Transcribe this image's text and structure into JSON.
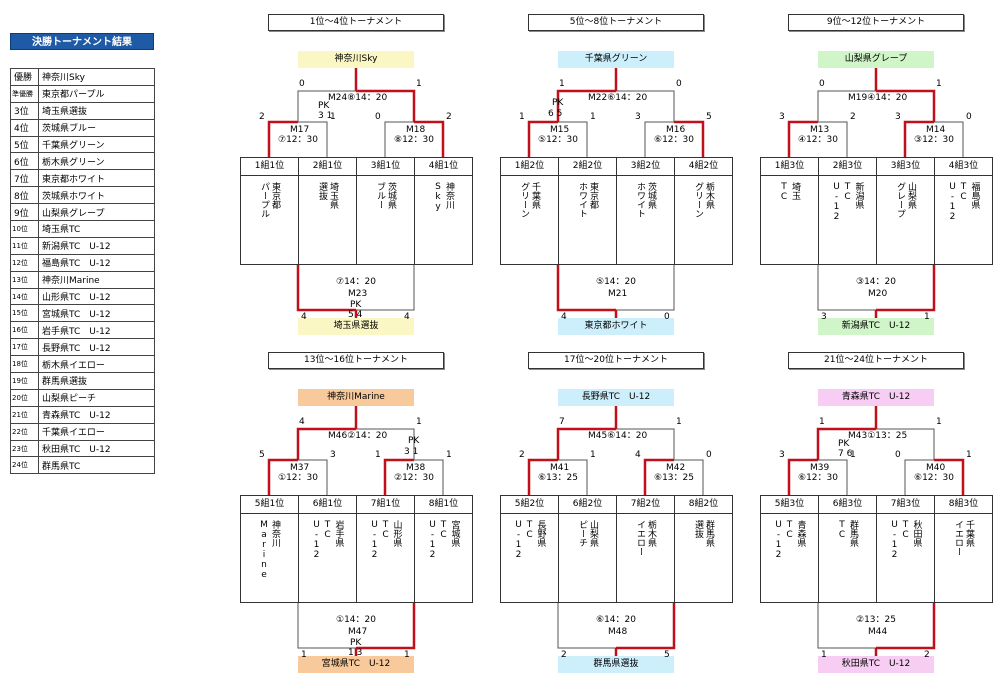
{
  "title": "決勝トーナメント結果",
  "colors": {
    "accent": "#1f5aa6",
    "winner_line": "#c0101a"
  },
  "results": [
    {
      "rank": "優勝",
      "team": "神奈川Sky"
    },
    {
      "rank": "準優勝",
      "team": "東京都パープル"
    },
    {
      "rank": "3位",
      "team": "埼玉県選抜"
    },
    {
      "rank": "4位",
      "team": "茨城県ブルー"
    },
    {
      "rank": "5位",
      "team": "千葉県グリーン"
    },
    {
      "rank": "6位",
      "team": "栃木県グリーン"
    },
    {
      "rank": "7位",
      "team": "東京都ホワイト"
    },
    {
      "rank": "8位",
      "team": "茨城県ホワイト"
    },
    {
      "rank": "9位",
      "team": "山梨県グレープ"
    },
    {
      "rank": "10位",
      "team": "埼玉県TC"
    },
    {
      "rank": "11位",
      "team": "新潟県TC　U-12"
    },
    {
      "rank": "12位",
      "team": "福島県TC　U-12"
    },
    {
      "rank": "13位",
      "team": "神奈川Marine"
    },
    {
      "rank": "14位",
      "team": "山形県TC　U-12"
    },
    {
      "rank": "15位",
      "team": "宮城県TC　U-12"
    },
    {
      "rank": "16位",
      "team": "岩手県TC　U-12"
    },
    {
      "rank": "17位",
      "team": "長野県TC　U-12"
    },
    {
      "rank": "18位",
      "team": "栃木県イエロー"
    },
    {
      "rank": "19位",
      "team": "群馬県選抜"
    },
    {
      "rank": "20位",
      "team": "山梨県ピーチ"
    },
    {
      "rank": "21位",
      "team": "青森県TC　U-12"
    },
    {
      "rank": "22位",
      "team": "千葉県イエロー"
    },
    {
      "rank": "23位",
      "team": "秋田県TC　U-12"
    },
    {
      "rank": "24位",
      "team": "群馬県TC"
    }
  ],
  "brackets": [
    {
      "title": "1位～4位トーナメント",
      "top_label": "神奈川Sky",
      "top_color": "#fbf7c4",
      "bottom_label": "埼玉県選抜",
      "bottom_color": "#fbf7c4",
      "cols": [
        "1組1位",
        "2組1位",
        "3組1位",
        "4組1位"
      ],
      "teams": [
        "東京都\nパープル",
        "埼玉県\n選抜",
        "茨城県\nブルー",
        "神奈川\nSky"
      ],
      "final": {
        "match": "M24⑧14：20",
        "left": "0",
        "right": "1",
        "pk_label": "PK",
        "pk_scores": "3  1",
        "winner": "right"
      },
      "semi_left": {
        "match": "M17",
        "time": "⑦12：30",
        "left": "2",
        "right": "1",
        "winner": "left"
      },
      "semi_right": {
        "match": "M18",
        "time": "⑧12：30",
        "left": "0",
        "right": "2",
        "winner": "right"
      },
      "third": {
        "match": "M23",
        "time": "⑦14：20",
        "left": "4",
        "right": "4",
        "pk_label": "PK",
        "pk_scores": "5  4",
        "winner": "left"
      }
    },
    {
      "title": "5位～8位トーナメント",
      "top_label": "千葉県グリーン",
      "top_color": "#cdeffb",
      "bottom_label": "東京都ホワイト",
      "bottom_color": "#cdeffb",
      "cols": [
        "1組2位",
        "2組2位",
        "3組2位",
        "4組2位"
      ],
      "teams": [
        "千葉県\nグリーン",
        "東京都\nホワイト",
        "茨城県\nホワイト",
        "栃木県\nグリーン"
      ],
      "final": {
        "match": "M22⑥14：20",
        "left": "1",
        "right": "0",
        "winner": "left"
      },
      "semi_left": {
        "match": "M15",
        "time": "⑤12：30",
        "left": "1",
        "right": "1",
        "pk_label": "PK",
        "pk_scores": "6  5",
        "winner": "left"
      },
      "semi_right": {
        "match": "M16",
        "time": "⑥12：30",
        "left": "3",
        "right": "5",
        "winner": "right"
      },
      "third": {
        "match": "M21",
        "time": "⑤14：20",
        "left": "4",
        "right": "0",
        "winner": "left"
      }
    },
    {
      "title": "9位～12位トーナメント",
      "top_label": "山梨県グレープ",
      "top_color": "#cff5c8",
      "bottom_label": "新潟県TC　U-12",
      "bottom_color": "#cff5c8",
      "cols": [
        "1組3位",
        "2組3位",
        "3組3位",
        "4組3位"
      ],
      "teams": [
        "埼玉\nTC",
        "新潟県\nTC\nU-12",
        "山梨県\nグレープ",
        "福島県\nTC\nU-12"
      ],
      "final": {
        "match": "M19④14：20",
        "left": "0",
        "right": "1",
        "winner": "right"
      },
      "semi_left": {
        "match": "M13",
        "time": "④12：30",
        "left": "3",
        "right": "2",
        "winner": "left"
      },
      "semi_right": {
        "match": "M14",
        "time": "③12：30",
        "left": "3",
        "right": "0",
        "winner": "left"
      },
      "third": {
        "match": "M20",
        "time": "③14：20",
        "left": "3",
        "right": "1",
        "winner": "right"
      }
    },
    {
      "title": "13位～16位トーナメント",
      "top_label": "神奈川Marine",
      "top_color": "#f8c99a",
      "bottom_label": "宮城県TC　U-12",
      "bottom_color": "#f8c99a",
      "cols": [
        "5組1位",
        "6組1位",
        "7組1位",
        "8組1位"
      ],
      "teams": [
        "神奈川\nMarine",
        "岩手県\nTC\nU-12",
        "山形県\nTC\nU-12",
        "宮城県\nTC\nU-12"
      ],
      "final": {
        "match": "M46②14：20",
        "left": "4",
        "right": "1",
        "winner": "left"
      },
      "semi_left": {
        "match": "M37",
        "time": "①12：30",
        "left": "5",
        "right": "3",
        "winner": "left"
      },
      "semi_right": {
        "match": "M38",
        "time": "②12：30",
        "left": "1",
        "right": "1",
        "pk_label": "PK",
        "pk_scores": "3  1",
        "winner": "left"
      },
      "third": {
        "match": "M47",
        "time": "①14：20",
        "left": "1",
        "right": "1",
        "pk_label": "PK",
        "pk_scores": "1  3",
        "winner": "right"
      }
    },
    {
      "title": "17位～20位トーナメント",
      "top_label": "長野県TC　U-12",
      "top_color": "#cdeffb",
      "bottom_label": "群馬県選抜",
      "bottom_color": "#cdeffb",
      "cols": [
        "5組2位",
        "6組2位",
        "7組2位",
        "8組2位"
      ],
      "teams": [
        "長野県\nTC\nU-12",
        "山梨県\nピーチ",
        "栃木県\nイエロー",
        "群馬県\n選抜"
      ],
      "final": {
        "match": "M45⑥14：20",
        "left": "7",
        "right": "1",
        "winner": "left"
      },
      "semi_left": {
        "match": "M41",
        "time": "⑥13：25",
        "left": "2",
        "right": "1",
        "winner": "left"
      },
      "semi_right": {
        "match": "M42",
        "time": "⑥13：25",
        "left": "4",
        "right": "0",
        "winner": "left"
      },
      "third": {
        "match": "M48",
        "time": "⑥14：20",
        "left": "2",
        "right": "5",
        "winner": "right"
      }
    },
    {
      "title": "21位～24位トーナメント",
      "top_label": "青森県TC　U-12",
      "top_color": "#f8cdf3",
      "bottom_label": "秋田県TC　U-12",
      "bottom_color": "#f8cdf3",
      "cols": [
        "5組3位",
        "6組3位",
        "7組3位",
        "8組3位"
      ],
      "teams": [
        "青森県\nTC\nU-12",
        "群馬県\nTC",
        "秋田県\nTC\nU-12",
        "千葉県\nイエロー"
      ],
      "final": {
        "match": "M43①13：25",
        "left": "1",
        "right": "1",
        "pk_label": "PK",
        "pk_scores": "7  6",
        "winner": "left"
      },
      "semi_left": {
        "match": "M39",
        "time": "⑥12：30",
        "left": "3",
        "right": "1",
        "winner": "left"
      },
      "semi_right": {
        "match": "M40",
        "time": "⑥12：30",
        "left": "0",
        "right": "1",
        "winner": "right"
      },
      "third": {
        "match": "M44",
        "time": "②13：25",
        "left": "1",
        "right": "2",
        "winner": "right"
      }
    }
  ]
}
